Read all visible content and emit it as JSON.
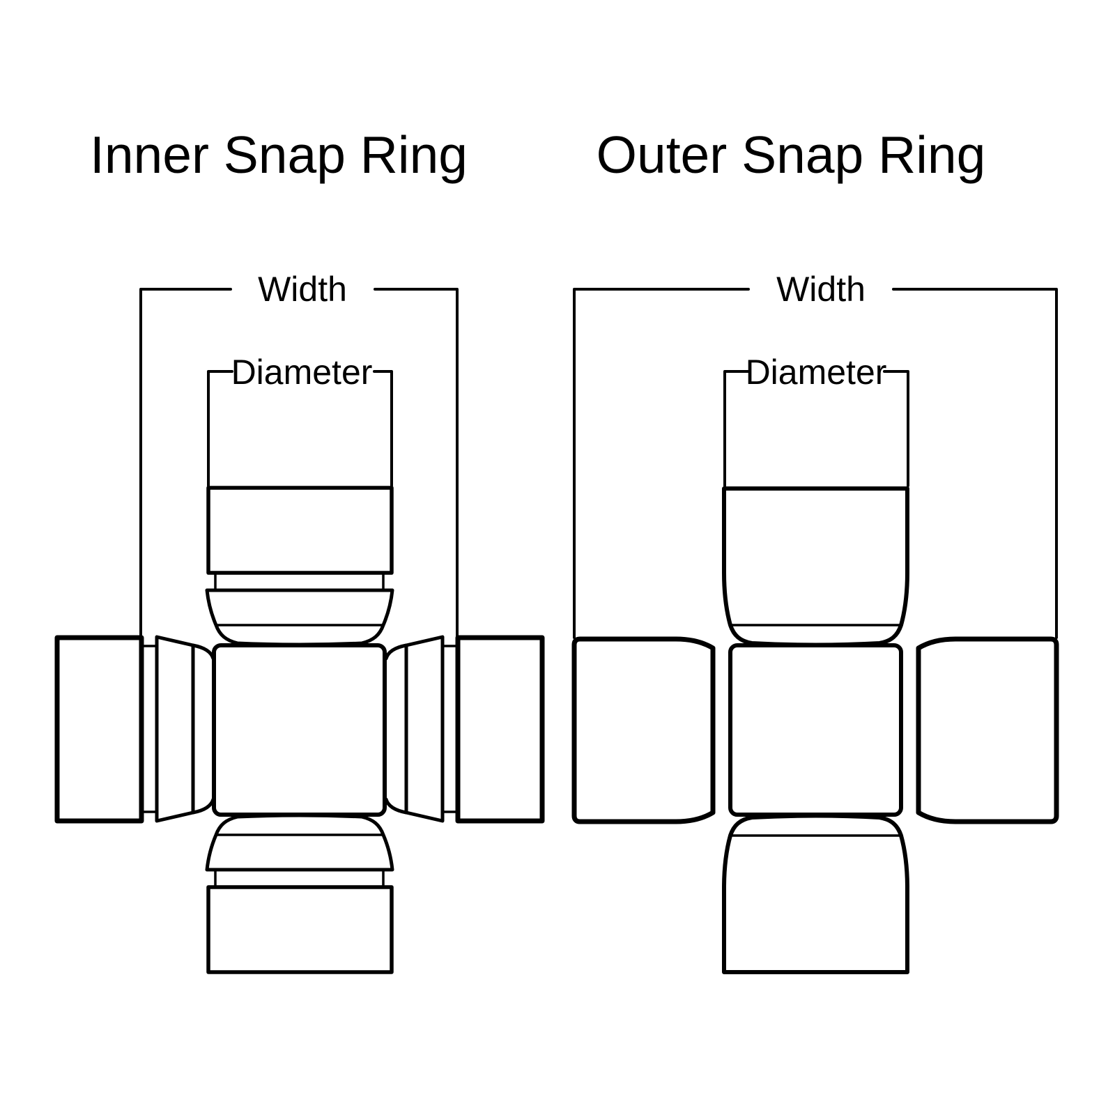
{
  "colors": {
    "line": "#000000",
    "background": "#ffffff"
  },
  "diagrams": [
    {
      "id": "inner",
      "title": "Inner Snap Ring",
      "width_label": "Width",
      "diameter_label": "Diameter"
    },
    {
      "id": "outer",
      "title": "Outer Snap Ring",
      "width_label": "Width",
      "diameter_label": "Diameter"
    }
  ]
}
